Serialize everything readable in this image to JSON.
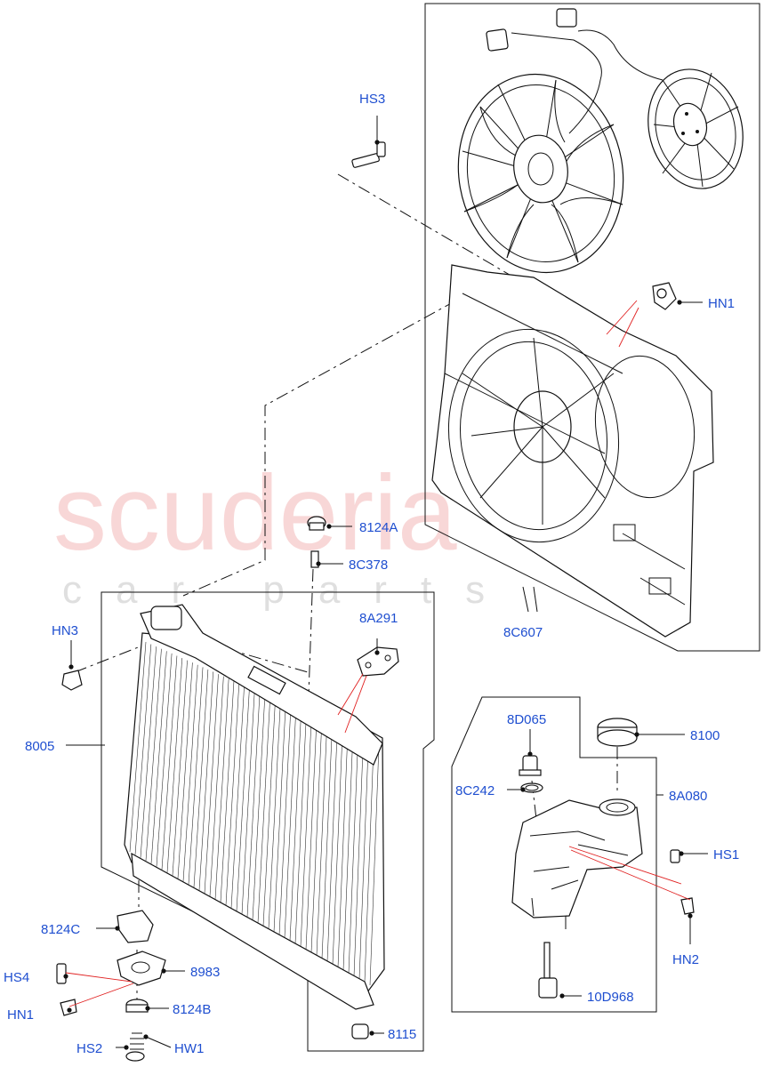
{
  "watermark": {
    "main": "scuderia",
    "sub": "car parts"
  },
  "labels": {
    "hs3": "HS3",
    "hn1_top": "HN1",
    "a8124": "8124A",
    "c8378": "8C378",
    "hn3": "HN3",
    "a8291": "8A291",
    "c8607": "8C607",
    "p8005": "8005",
    "d8065": "8D065",
    "p8100": "8100",
    "c8242": "8C242",
    "a8080": "8A080",
    "hs1": "HS1",
    "c8124": "8124C",
    "hn2": "HN2",
    "hs4": "HS4",
    "p8983": "8983",
    "d10968": "10D968",
    "hn1_bottom": "HN1",
    "b8124": "8124B",
    "p8115": "8115",
    "hs2": "HS2",
    "hw1": "HW1"
  }
}
